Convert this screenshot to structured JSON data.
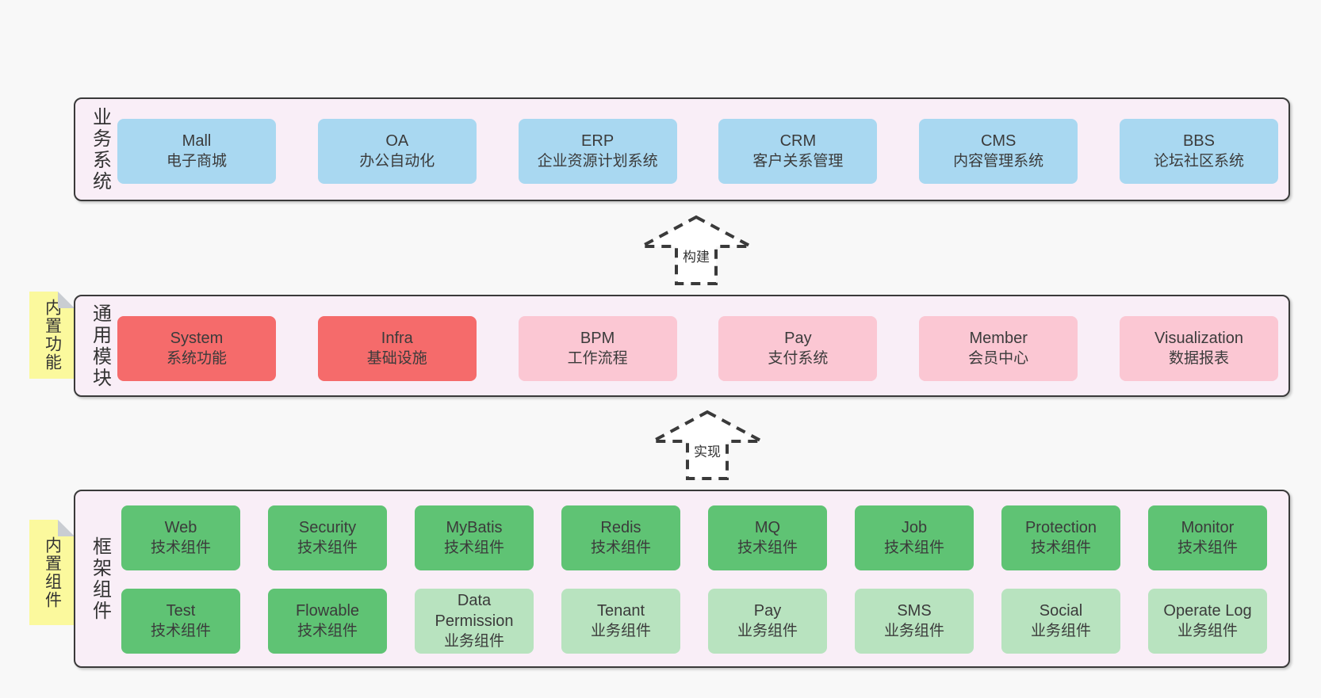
{
  "palette": {
    "page_bg": "#f8f8f8",
    "panel_bg": "#f9eef7",
    "panel_border": "#3a3a3a",
    "blue": "#a9d8f1",
    "red": "#f56b6b",
    "pink": "#fbc7d3",
    "green": "#5fc374",
    "light_green": "#b8e3bf",
    "tag_yellow": "#fbf99d",
    "tag_fold_gray": "#c9cdd2",
    "arrow_dash": "#3a3a3a",
    "text": "#3b3b3b"
  },
  "panels": [
    {
      "label": "业务系统",
      "rows": [
        [
          {
            "name": "Mall",
            "desc": "电子商城",
            "type": "blue"
          },
          {
            "name": "OA",
            "desc": "办公自动化",
            "type": "blue"
          },
          {
            "name": "ERP",
            "desc": "企业资源计划系统",
            "type": "blue"
          },
          {
            "name": "CRM",
            "desc": "客户关系管理",
            "type": "blue"
          },
          {
            "name": "CMS",
            "desc": "内容管理系统",
            "type": "blue"
          },
          {
            "name": "BBS",
            "desc": "论坛社区系统",
            "type": "blue"
          }
        ]
      ]
    },
    {
      "label": "通用模块",
      "rows": [
        [
          {
            "name": "System",
            "desc": "系统功能",
            "type": "red"
          },
          {
            "name": "Infra",
            "desc": "基础设施",
            "type": "red"
          },
          {
            "name": "BPM",
            "desc": "工作流程",
            "type": "pink"
          },
          {
            "name": "Pay",
            "desc": "支付系统",
            "type": "pink"
          },
          {
            "name": "Member",
            "desc": "会员中心",
            "type": "pink"
          },
          {
            "name": "Visualization",
            "desc": "数据报表",
            "type": "pink"
          }
        ]
      ]
    },
    {
      "label": "框架组件",
      "rows": [
        [
          {
            "name": "Web",
            "desc": "技术组件",
            "type": "green"
          },
          {
            "name": "Security",
            "desc": "技术组件",
            "type": "green"
          },
          {
            "name": "MyBatis",
            "desc": "技术组件",
            "type": "green"
          },
          {
            "name": "Redis",
            "desc": "技术组件",
            "type": "green"
          },
          {
            "name": "MQ",
            "desc": "技术组件",
            "type": "green"
          },
          {
            "name": "Job",
            "desc": "技术组件",
            "type": "green"
          },
          {
            "name": "Protection",
            "desc": "技术组件",
            "type": "green"
          },
          {
            "name": "Monitor",
            "desc": "技术组件",
            "type": "green"
          }
        ],
        [
          {
            "name": "Test",
            "desc": "技术组件",
            "type": "green"
          },
          {
            "name": "Flowable",
            "desc": "技术组件",
            "type": "green"
          },
          {
            "name": "Data Permission",
            "desc": "业务组件",
            "type": "lightgreen"
          },
          {
            "name": "Tenant",
            "desc": "业务组件",
            "type": "lightgreen"
          },
          {
            "name": "Pay",
            "desc": "业务组件",
            "type": "lightgreen"
          },
          {
            "name": "SMS",
            "desc": "业务组件",
            "type": "lightgreen"
          },
          {
            "name": "Social",
            "desc": "业务组件",
            "type": "lightgreen"
          },
          {
            "name": "Operate Log",
            "desc": "业务组件",
            "type": "lightgreen"
          }
        ]
      ]
    }
  ],
  "tags": [
    {
      "label": "内置功能"
    },
    {
      "label": "内置组件"
    }
  ],
  "arrows": [
    {
      "label": "构建"
    },
    {
      "label": "实现"
    }
  ]
}
